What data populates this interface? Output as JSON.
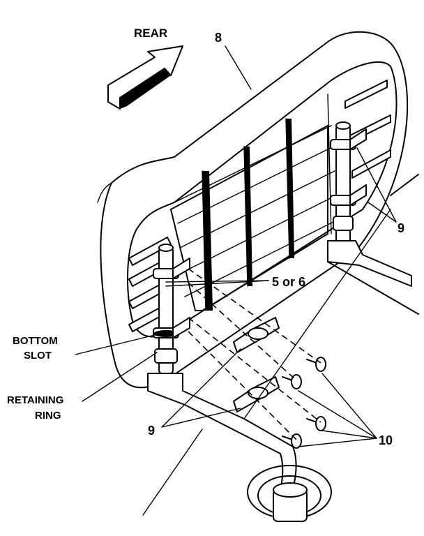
{
  "labels": {
    "rear": "REAR",
    "part_8": "8",
    "part_9_upper": "9",
    "part_5_or_6": "5 or 6",
    "bottom_slot_line1": "BOTTOM",
    "bottom_slot_line2": "SLOT",
    "retaining_ring_line1": "RETAINING",
    "retaining_ring_line2": "RING",
    "part_9_lower": "9",
    "part_10": "10"
  }
}
